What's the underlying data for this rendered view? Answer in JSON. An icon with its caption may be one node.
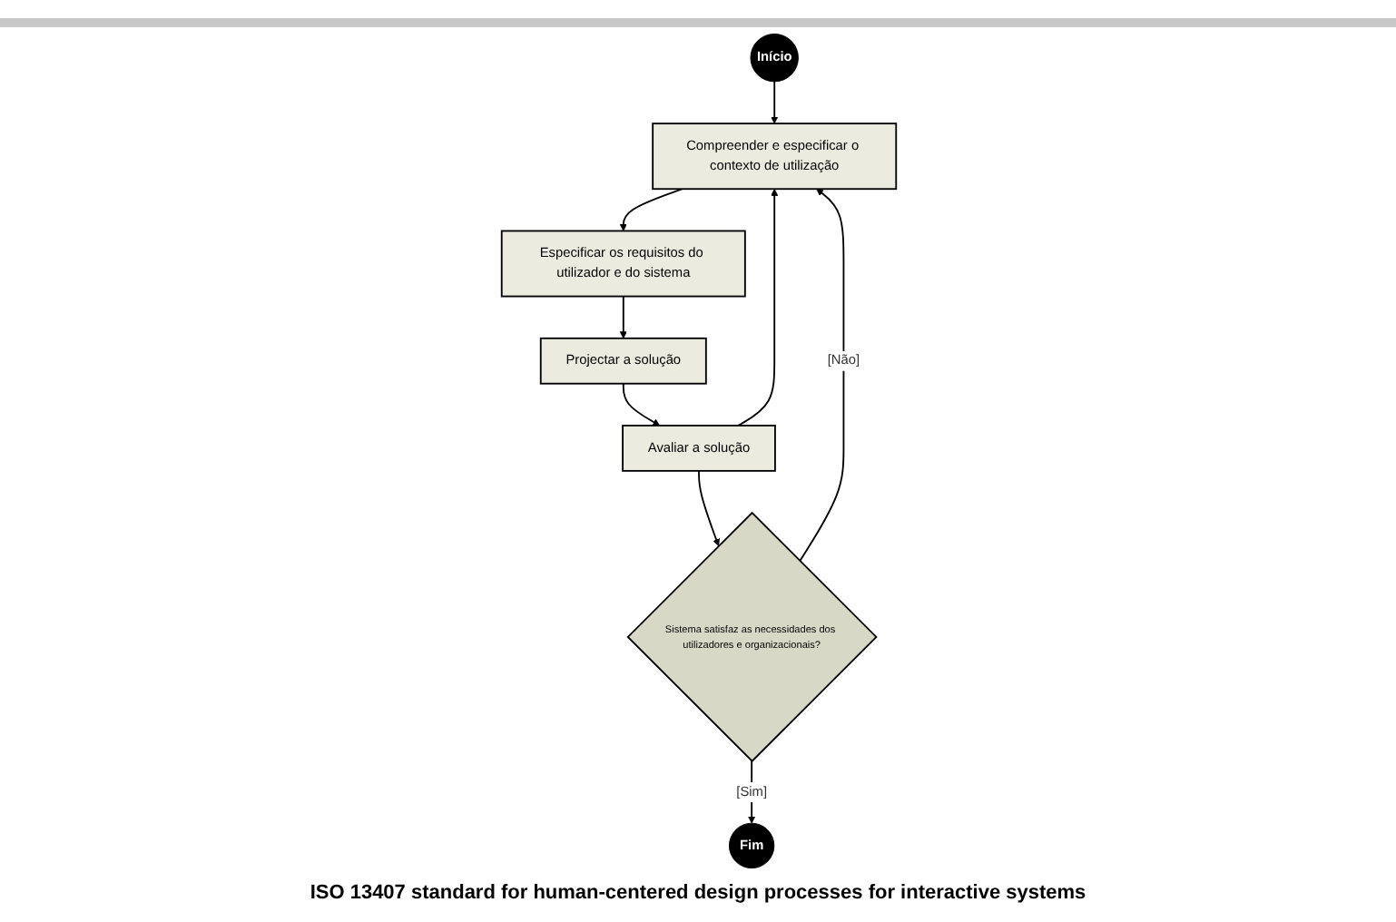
{
  "diagram": {
    "caption": "ISO 13407 standard for human-centered design processes for interactive systems",
    "nodes": [
      {
        "text": [
          "Início"
        ]
      },
      {
        "text": [
          "Compreender e especificar o contexto de utilização"
        ]
      },
      {
        "text": [
          "Especificar os requisitos do utilizador e do sistema"
        ]
      },
      {
        "text": [
          "Projectar a solução"
        ]
      },
      {
        "text": [
          "Avaliar a solução"
        ]
      },
      {
        "text": [
          "Sistema satisfaz as necessidades dos utilizadores e organizacionais?"
        ]
      },
      {
        "text": [
          "Fim"
        ]
      }
    ],
    "edges": [
      {
        "from": 0,
        "to": 1,
        "arrow": "to"
      },
      {
        "from": 1,
        "to": 2,
        "arrow": "to"
      },
      {
        "from": 2,
        "to": 3,
        "arrow": "to"
      },
      {
        "from": 3,
        "to": 4,
        "arrow": "to"
      },
      {
        "from": 4,
        "to": 5,
        "arrow": "to"
      },
      {
        "from": 5,
        "to": 1,
        "label": "[Não]",
        "arrow": "to"
      },
      {
        "from": 5,
        "to": 6,
        "label": "[Sim]",
        "arrow": "to"
      },
      {
        "from": 4,
        "to": 1,
        "arrow": "to"
      }
    ]
  }
}
